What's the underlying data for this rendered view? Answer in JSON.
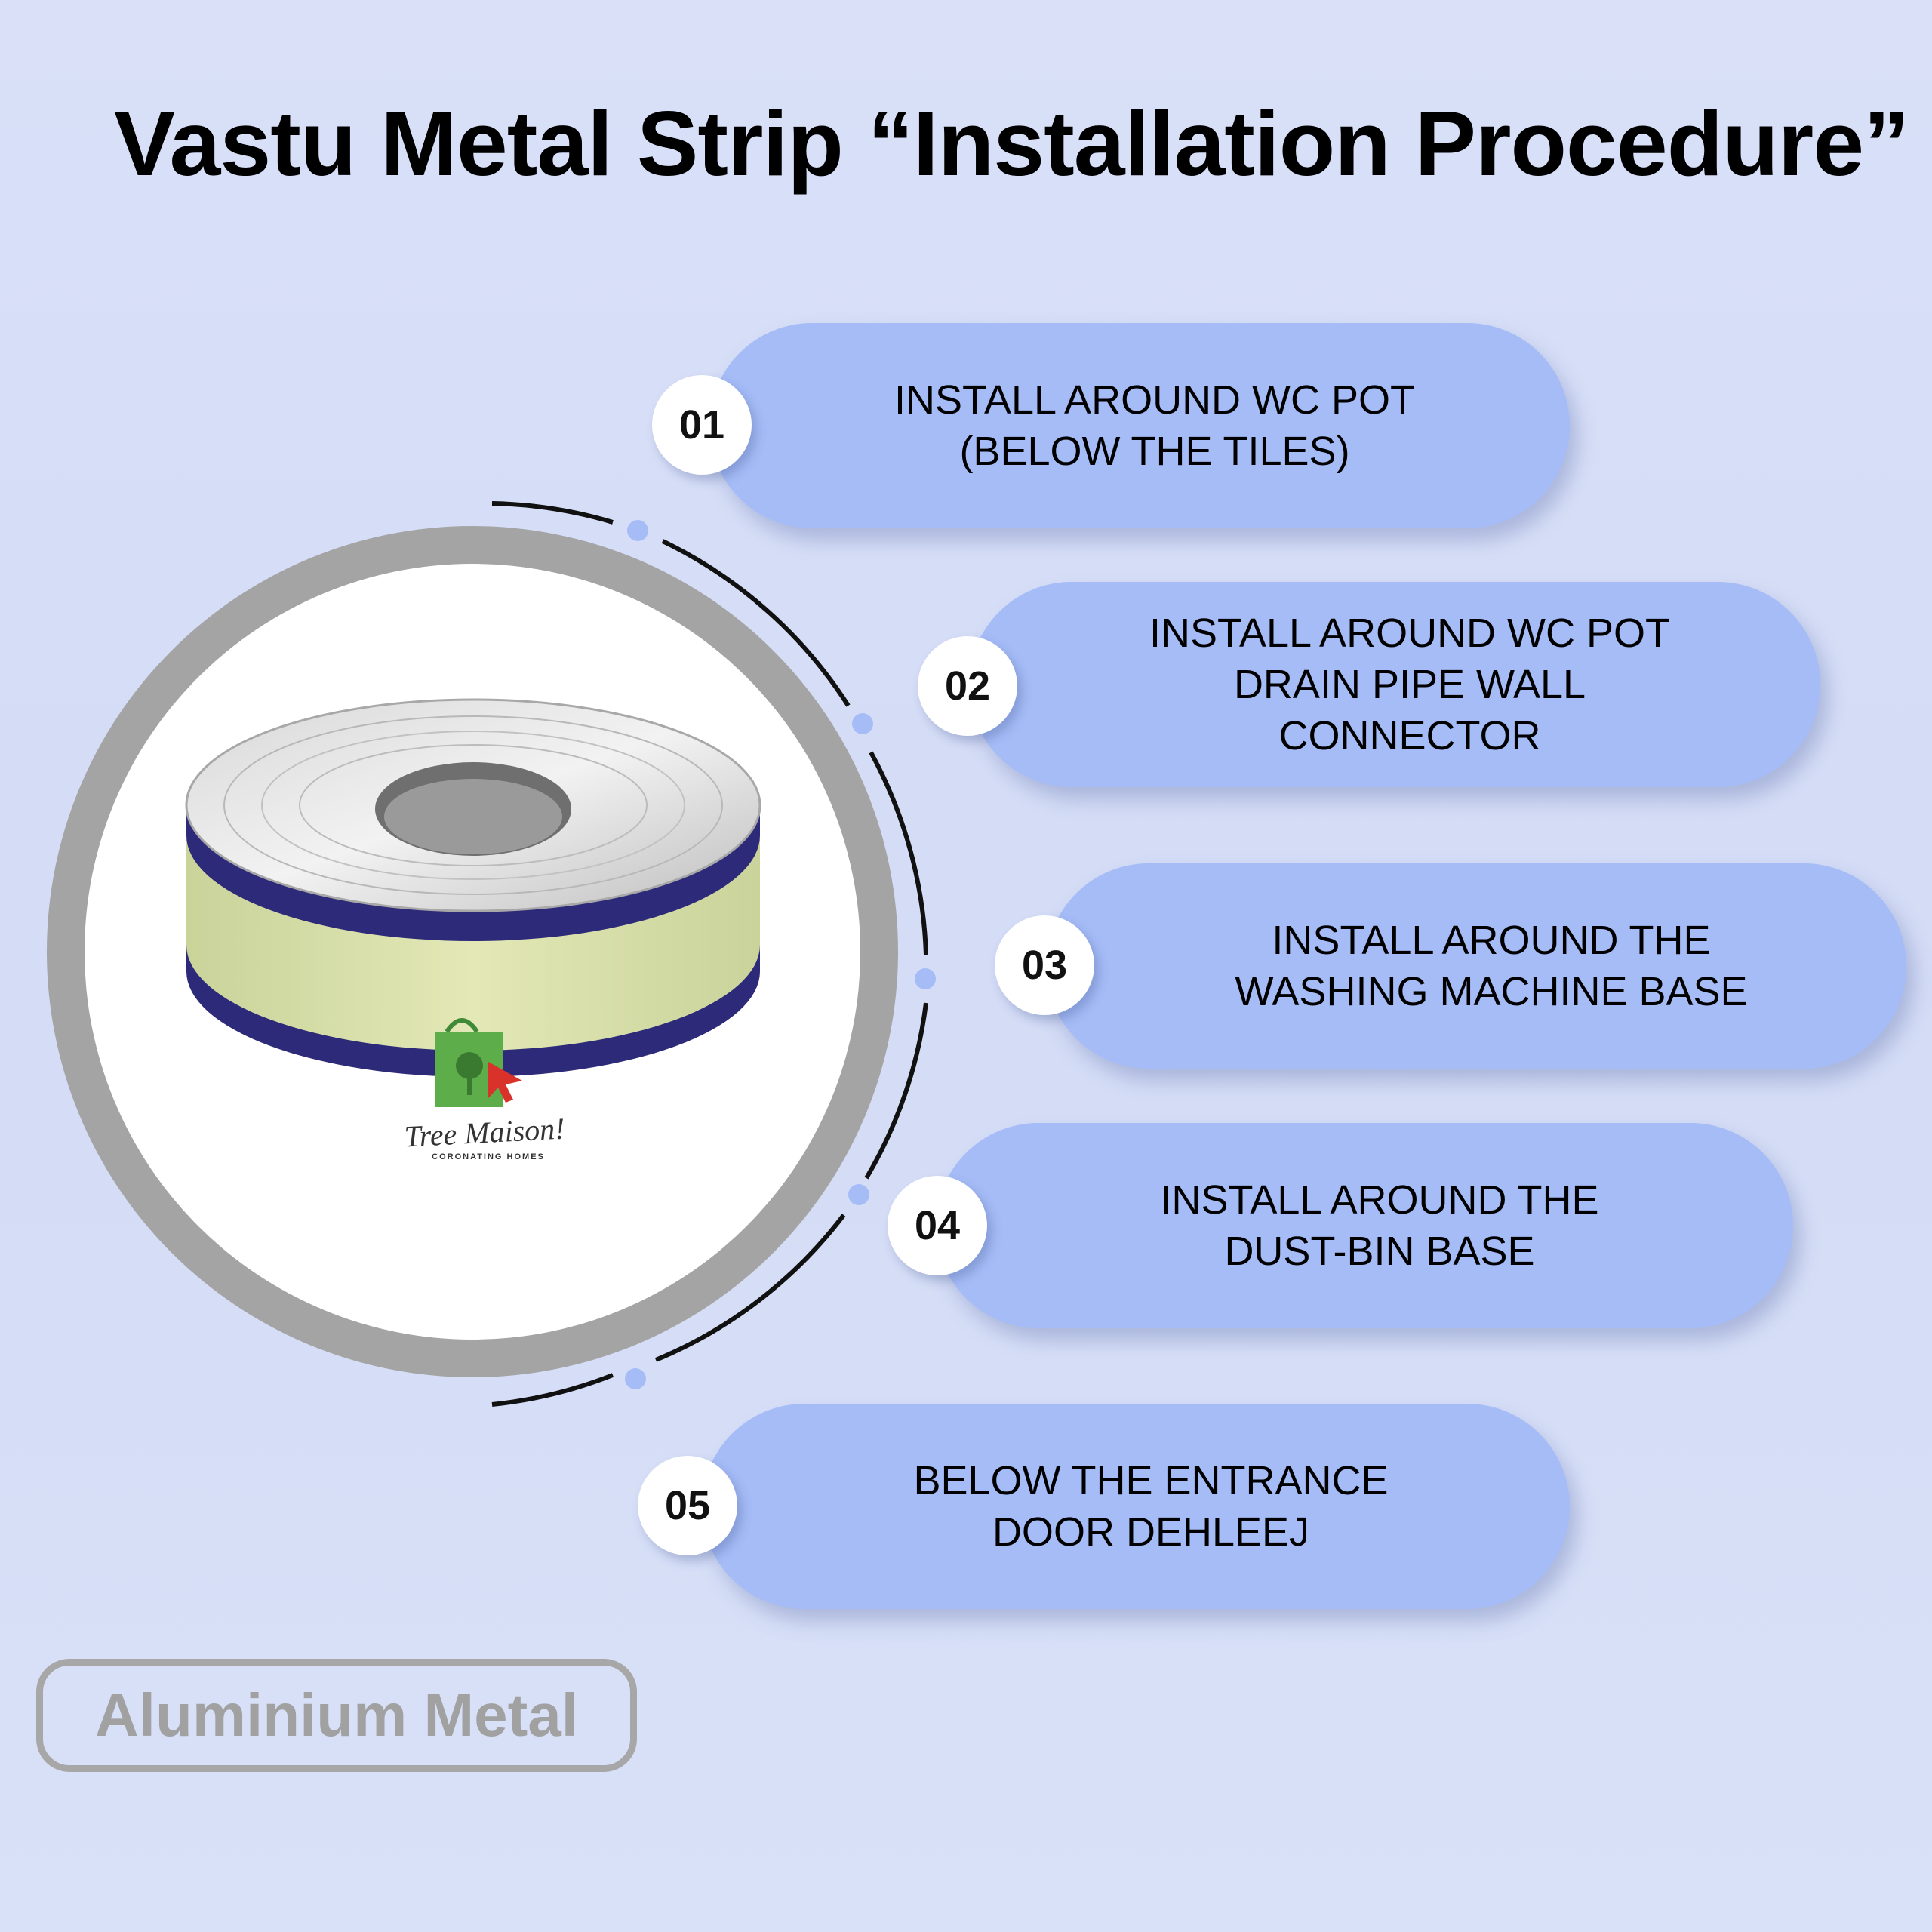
{
  "title": "Vastu Metal Strip “Installation Procedure”",
  "steps": [
    {
      "number": "01",
      "text": "INSTALL AROUND WC POT\n(BELOW THE TILES)"
    },
    {
      "number": "02",
      "text": "INSTALL AROUND WC POT\nDRAIN PIPE WALL\nCONNECTOR"
    },
    {
      "number": "03",
      "text": "INSTALL AROUND THE\nWASHING MACHINE BASE"
    },
    {
      "number": "04",
      "text": "INSTALL AROUND THE\nDUST-BIN BASE"
    },
    {
      "number": "05",
      "text": "BELOW THE ENTRANCE\nDOOR DEHLEEJ"
    }
  ],
  "product": {
    "brand": "Tree Maison!",
    "tagline": "CORONATING HOMES"
  },
  "material_tag": "Aluminium Metal",
  "colors": {
    "pill": "#a5bcf7",
    "background": "#d6def7",
    "ring": "#a4a4a4",
    "strip_label": "#dfe4b0",
    "strip_border": "#2e2a7a",
    "bag": "#5dae4a",
    "arrow": "#d8322a"
  },
  "icons": [
    "shopping-bag-icon",
    "tree-icon",
    "cursor-arrow-icon"
  ]
}
